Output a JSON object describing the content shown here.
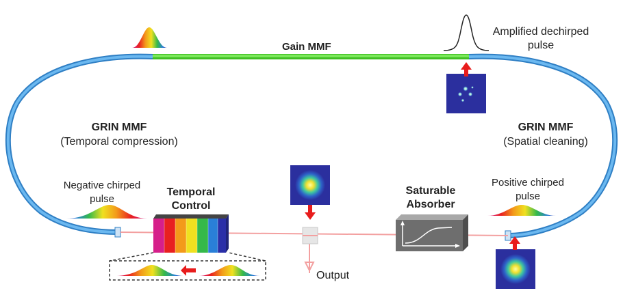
{
  "labels": {
    "gain_mmf": "Gain MMF",
    "amplified_line1": "Amplified dechirped",
    "amplified_line2": "pulse",
    "grin_left_title": "GRIN MMF",
    "grin_left_sub": "(Temporal compression)",
    "grin_right_title": "GRIN MMF",
    "grin_right_sub": "(Spatial cleaning)",
    "neg_line1": "Negative chirped",
    "neg_line2": "pulse",
    "temporal_line1": "Temporal",
    "temporal_line2": "Control",
    "sat_line1": "Saturable",
    "sat_line2": "Absorber",
    "pos_line1": "Positive chirped",
    "pos_line2": "pulse",
    "output": "Output"
  },
  "colors": {
    "fiber_blue": "#4da6e8",
    "gain_green": "#5fdc3c",
    "beam_red": "#f3a0a0",
    "arrow_red": "#e81c1c",
    "mode_bg": "#2b2f9e",
    "absorber_gray": "#6e6e6e"
  },
  "icons": {
    "mode_profile": "beam-spot-icon",
    "pulse": "spectral-pulse-icon",
    "arrow": "red-arrow-icon"
  }
}
